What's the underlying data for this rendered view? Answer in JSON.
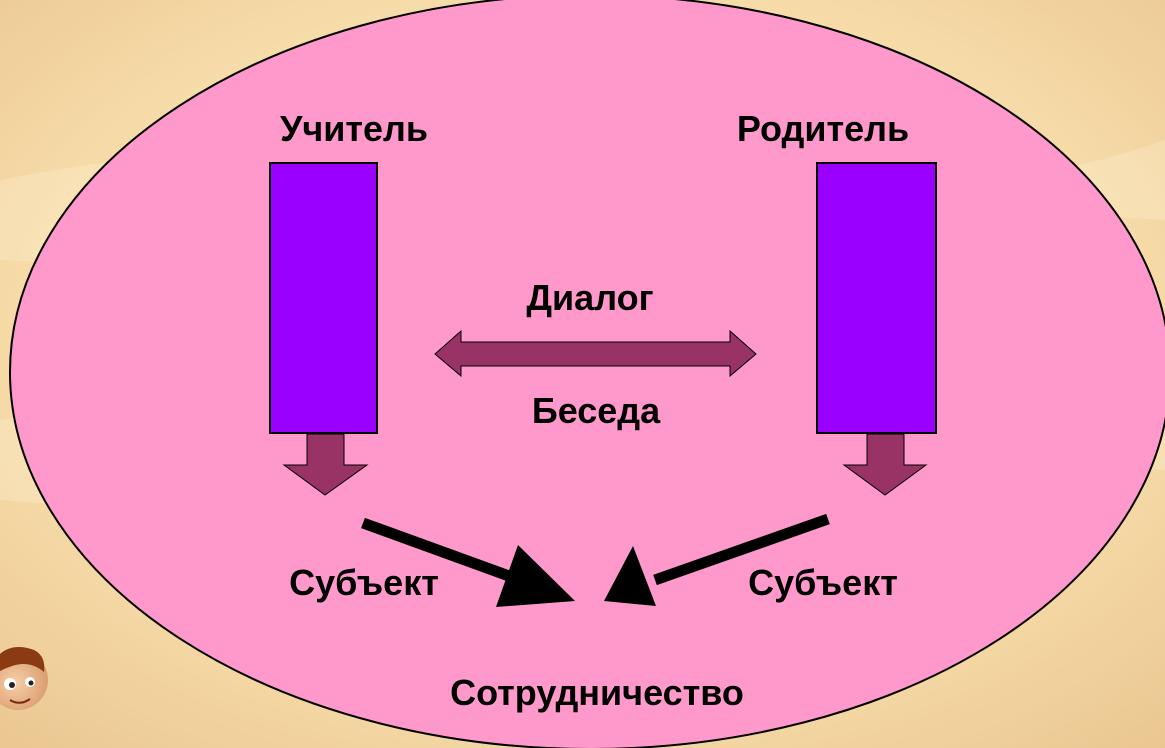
{
  "labels": {
    "teacher": "Учитель",
    "parent": "Родитель",
    "dialog": "Диалог",
    "conversation": "Беседа",
    "subject_left": "Субъект",
    "subject_right": "Субъект",
    "cooperation": "Сотрудничество"
  },
  "colors": {
    "background_light": "#fbe7bd",
    "background_dark": "#e9c48f",
    "ellipse_fill": "#ff99cc",
    "ellipse_stroke": "#000000",
    "bar_fill": "#9900ff",
    "arrow_fill": "#993366",
    "pointer_fill": "#000000"
  },
  "icons": {
    "corner_avatar": "child-face-icon"
  }
}
